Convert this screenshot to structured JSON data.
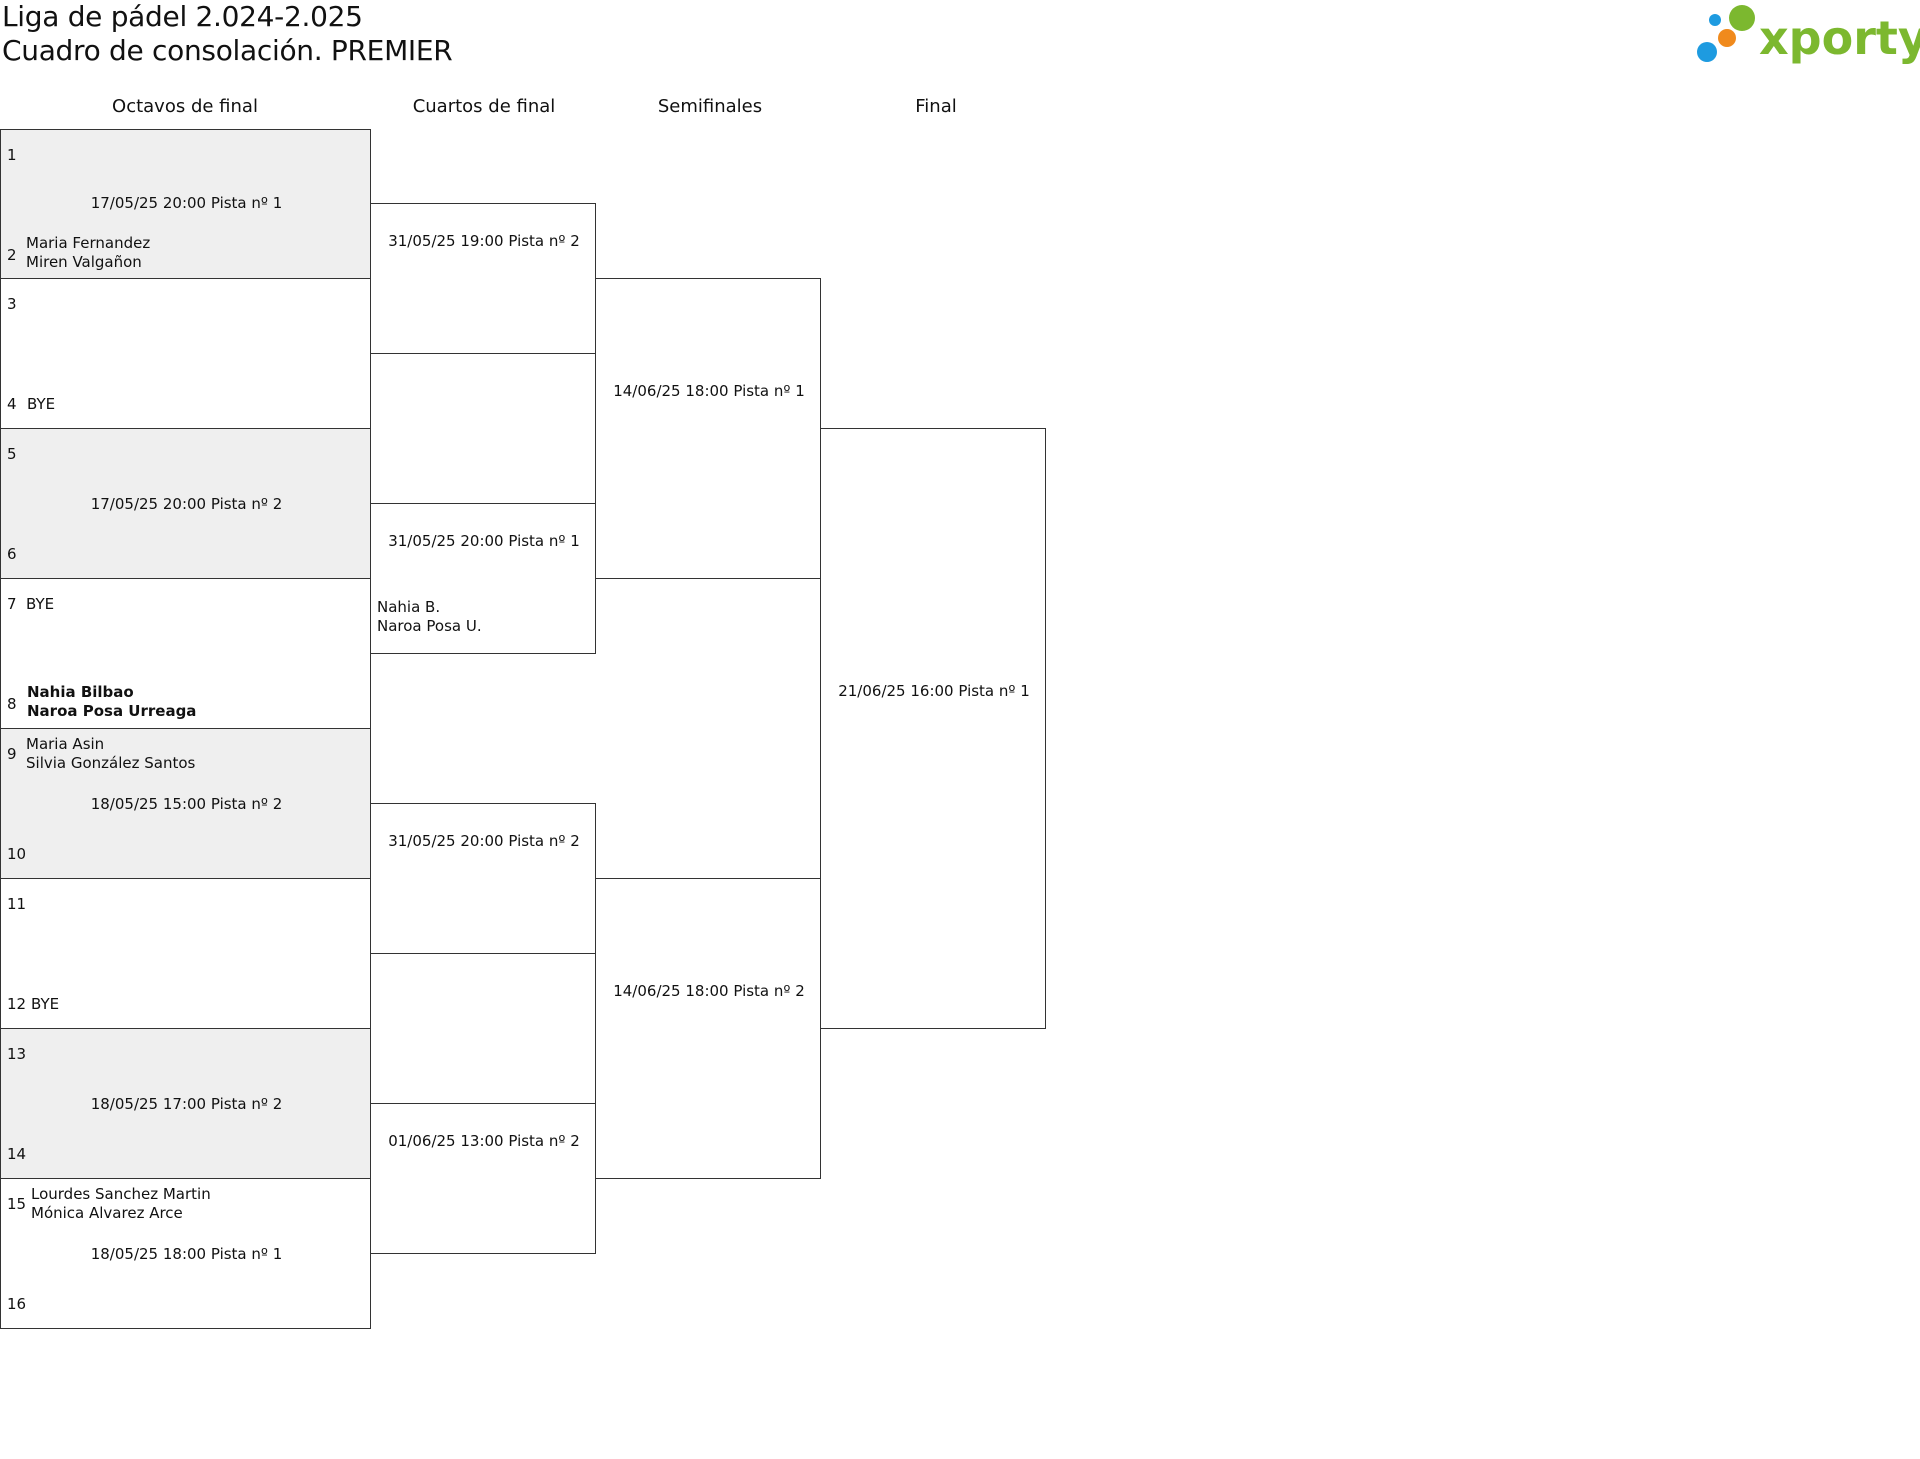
{
  "header": {
    "title_line1": "Liga de pádel 2.024-2.025",
    "title_line2": "Cuadro de consolación. PREMIER",
    "logo_text": "xporty"
  },
  "rounds": [
    "Octavos de final",
    "Cuartos de final",
    "Semifinales",
    "Final"
  ],
  "r16": [
    {
      "slot_top": "1",
      "slot_bottom": "2",
      "schedule": "17/05/25 20:00 Pista nº 1",
      "team_top": [
        "",
        ""
      ],
      "team_bottom": [
        "Maria Fernandez",
        "Miren Valgañon"
      ]
    },
    {
      "slot_top": "3",
      "slot_bottom": "4",
      "schedule": "",
      "team_top": [
        "",
        ""
      ],
      "team_bottom": [
        "BYE",
        ""
      ]
    },
    {
      "slot_top": "5",
      "slot_bottom": "6",
      "schedule": "17/05/25 20:00 Pista nº 2",
      "team_top": [
        "",
        ""
      ],
      "team_bottom": [
        "",
        ""
      ]
    },
    {
      "slot_top": "7",
      "slot_bottom": "8",
      "schedule": "",
      "team_top": [
        "BYE",
        ""
      ],
      "team_bottom": [
        "Nahia Bilbao",
        "Naroa Posa Urreaga"
      ]
    },
    {
      "slot_top": "9",
      "slot_bottom": "10",
      "schedule": "18/05/25 15:00 Pista nº 2",
      "team_top": [
        "Maria Asin",
        "Silvia González Santos"
      ],
      "team_bottom": [
        "",
        ""
      ]
    },
    {
      "slot_top": "11",
      "slot_bottom": "12",
      "schedule": "",
      "team_top": [
        "",
        ""
      ],
      "team_bottom": [
        "BYE",
        ""
      ]
    },
    {
      "slot_top": "13",
      "slot_bottom": "14",
      "schedule": "18/05/25 17:00 Pista nº 2",
      "team_top": [
        "",
        ""
      ],
      "team_bottom": [
        "",
        ""
      ]
    },
    {
      "slot_top": "15",
      "slot_bottom": "16",
      "schedule": "18/05/25 18:00 Pista nº 1",
      "team_top": [
        "Lourdes Sanchez Martin",
        "Mónica Alvarez Arce"
      ],
      "team_bottom": [
        "",
        ""
      ]
    }
  ],
  "qf": [
    {
      "schedule": "31/05/25 19:00 Pista nº 2",
      "team": [
        "",
        ""
      ]
    },
    {
      "schedule": "31/05/25 20:00 Pista nº 1",
      "team": [
        "Nahia B.",
        "Naroa Posa U."
      ]
    },
    {
      "schedule": "31/05/25 20:00 Pista nº 2",
      "team": [
        "",
        ""
      ]
    },
    {
      "schedule": "01/06/25 13:00 Pista nº 2",
      "team": [
        "",
        ""
      ]
    }
  ],
  "sf": [
    {
      "schedule": "14/06/25 18:00 Pista nº 1"
    },
    {
      "schedule": "14/06/25 18:00 Pista nº 2"
    }
  ],
  "final": {
    "schedule": "21/06/25 16:00 Pista nº 1"
  },
  "colors": {
    "shaded_cell": "#efefef",
    "border": "#333333",
    "logo_green": "#7cb82f",
    "logo_blue": "#1e9be0",
    "logo_orange": "#f08a1c"
  }
}
